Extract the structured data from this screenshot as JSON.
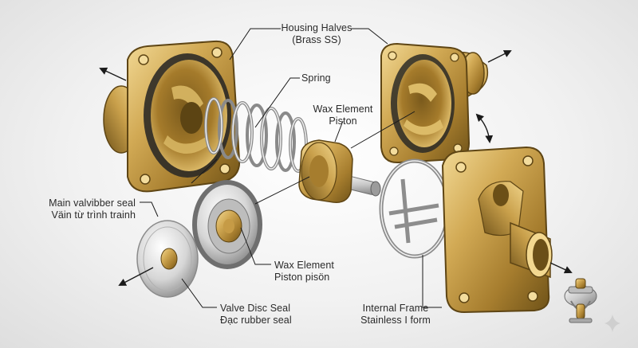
{
  "labels": {
    "housing": {
      "line1": "Housing Halves",
      "line2": "(Brass SS)"
    },
    "spring": {
      "line1": "Spring"
    },
    "wax_top": {
      "line1": "Wax Element",
      "line2": "Piston"
    },
    "main_seal": {
      "line1": "Main valvibber seal",
      "line2": "Väin từ trình trainh"
    },
    "wax_bottom": {
      "line1": "Wax Element",
      "line2": "Piston pisön"
    },
    "disc_seal": {
      "line1": "Valve Disc Seal",
      "line2": "Đạc rubber seal"
    },
    "frame": {
      "line1": "Internal Frame",
      "line2": "Stainless I form"
    }
  },
  "colors": {
    "brass_light": "#e7c875",
    "brass_mid": "#c49a45",
    "brass_dark": "#6e5218",
    "steel_light": "#f4f4f4",
    "steel_dark": "#8c8c8c",
    "leader": "#1a1a1a"
  },
  "icons": [
    "thermostat-thumbnail-icon",
    "sparkle-icon"
  ]
}
